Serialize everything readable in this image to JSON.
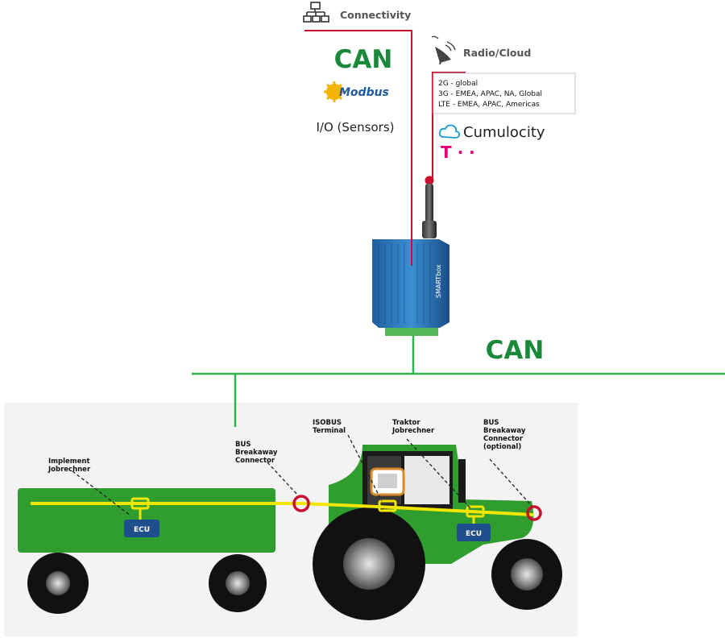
{
  "connectivity": {
    "label": "Connectivity",
    "icon": "network-icon",
    "protocols": {
      "can": "CAN",
      "modbus": "Modbus",
      "io": "I/O (Sensors)"
    }
  },
  "radio": {
    "label": "Radio/Cloud",
    "icon": "satellite-dish-icon",
    "networks": [
      "2G  - global",
      "3G  - EMEA, APAC, NA, Global",
      "LTE - EMEA, APAC, Americas"
    ],
    "cloud_brand": "Cumulocity",
    "telekom_logo": "T · ·"
  },
  "device": {
    "name": "SMARTbox"
  },
  "bus": {
    "label": "CAN"
  },
  "vehicles": {
    "implement_label": [
      "Implement",
      "Jobrechner"
    ],
    "bus_connector_label": [
      "BUS",
      "Breakaway",
      "Connector"
    ],
    "isobus_label": [
      "ISOBUS",
      "Terminal"
    ],
    "traktor_label": [
      "Traktor",
      "Jobrechner"
    ],
    "bus_connector_optional_label": [
      "BUS",
      "Breakaway",
      "Connector",
      "(optional)"
    ],
    "ecu_label": "ECU"
  },
  "colors": {
    "red_line": "#c8102e",
    "can_green": "#1a8a3a",
    "bus_green": "#2db34a",
    "vehicle_green": "#2f9e2f",
    "yellow_bus": "#f2e600",
    "ecu_blue": "#1f4e8c",
    "device_blue": "#2f7fc1",
    "telekom": "#e20074"
  }
}
